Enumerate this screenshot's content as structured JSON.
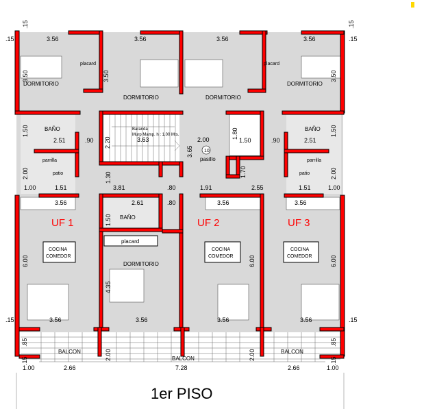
{
  "title": "1er PISO",
  "colors": {
    "wall": "#ff0000",
    "floor": "#d9d9d9",
    "unit_label": "#ff0000"
  },
  "units": [
    "UF 1",
    "UF 2",
    "UF 3"
  ],
  "rooms": {
    "dormitorio": "DORMITORIO",
    "bano": "BAÑO",
    "placard": "placard",
    "parrilla": "parrilla",
    "patio": "patio",
    "cocina": "COCINA",
    "comedor": "COMEDOR",
    "balcon": "BALCON",
    "pasillo": "pasillo",
    "pasillo_num": "10",
    "baranda": "Baranda",
    "baranda_spec": "Murp Mamp. h : 1.00 Mts."
  },
  "dims": {
    "d015": ".15",
    "d356": "3.56",
    "d350": "3.50",
    "d150": "1.50",
    "d251": "2.51",
    "d090": ".90",
    "d220": "2.20",
    "d363": "3.63",
    "d200": "2.00",
    "d365": "3.65",
    "d180": "1.80",
    "d170": "1.70",
    "d100": "1.00",
    "d151": "1.51",
    "d130": "1.30",
    "d381": "3.81",
    "d080": ".80",
    "d191": "1.91",
    "d255": "2.55",
    "d261": "2.61",
    "d600": "6.00",
    "d435": "4.35",
    "d085": ".85",
    "d266": "2.66",
    "d728": "7.28"
  }
}
